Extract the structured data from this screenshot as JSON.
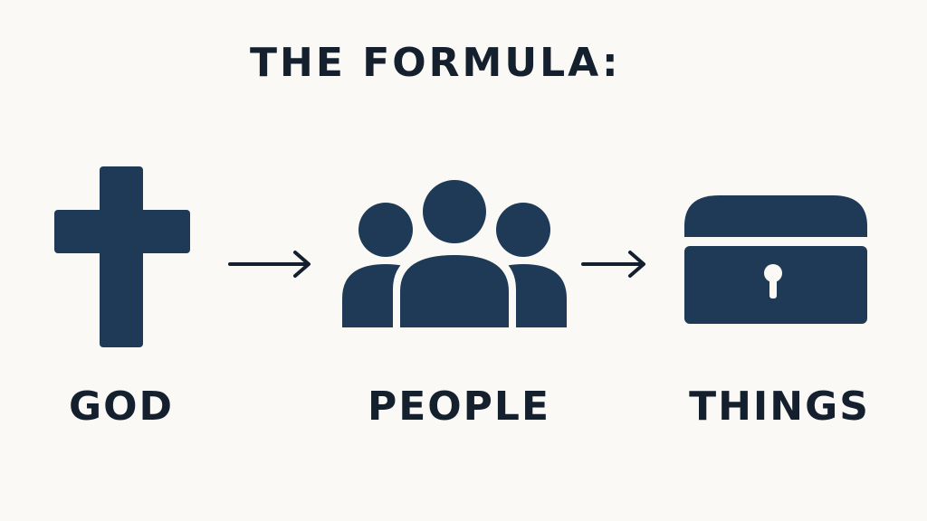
{
  "title": "THE FORMULA:",
  "steps": [
    {
      "label": "GOD",
      "icon": "cross-icon"
    },
    {
      "label": "PEOPLE",
      "icon": "people-group-icon"
    },
    {
      "label": "THINGS",
      "icon": "treasure-chest-icon"
    }
  ],
  "colors": {
    "ink": "#1f3a56",
    "text": "#14202e",
    "background": "#fbf9f5"
  }
}
